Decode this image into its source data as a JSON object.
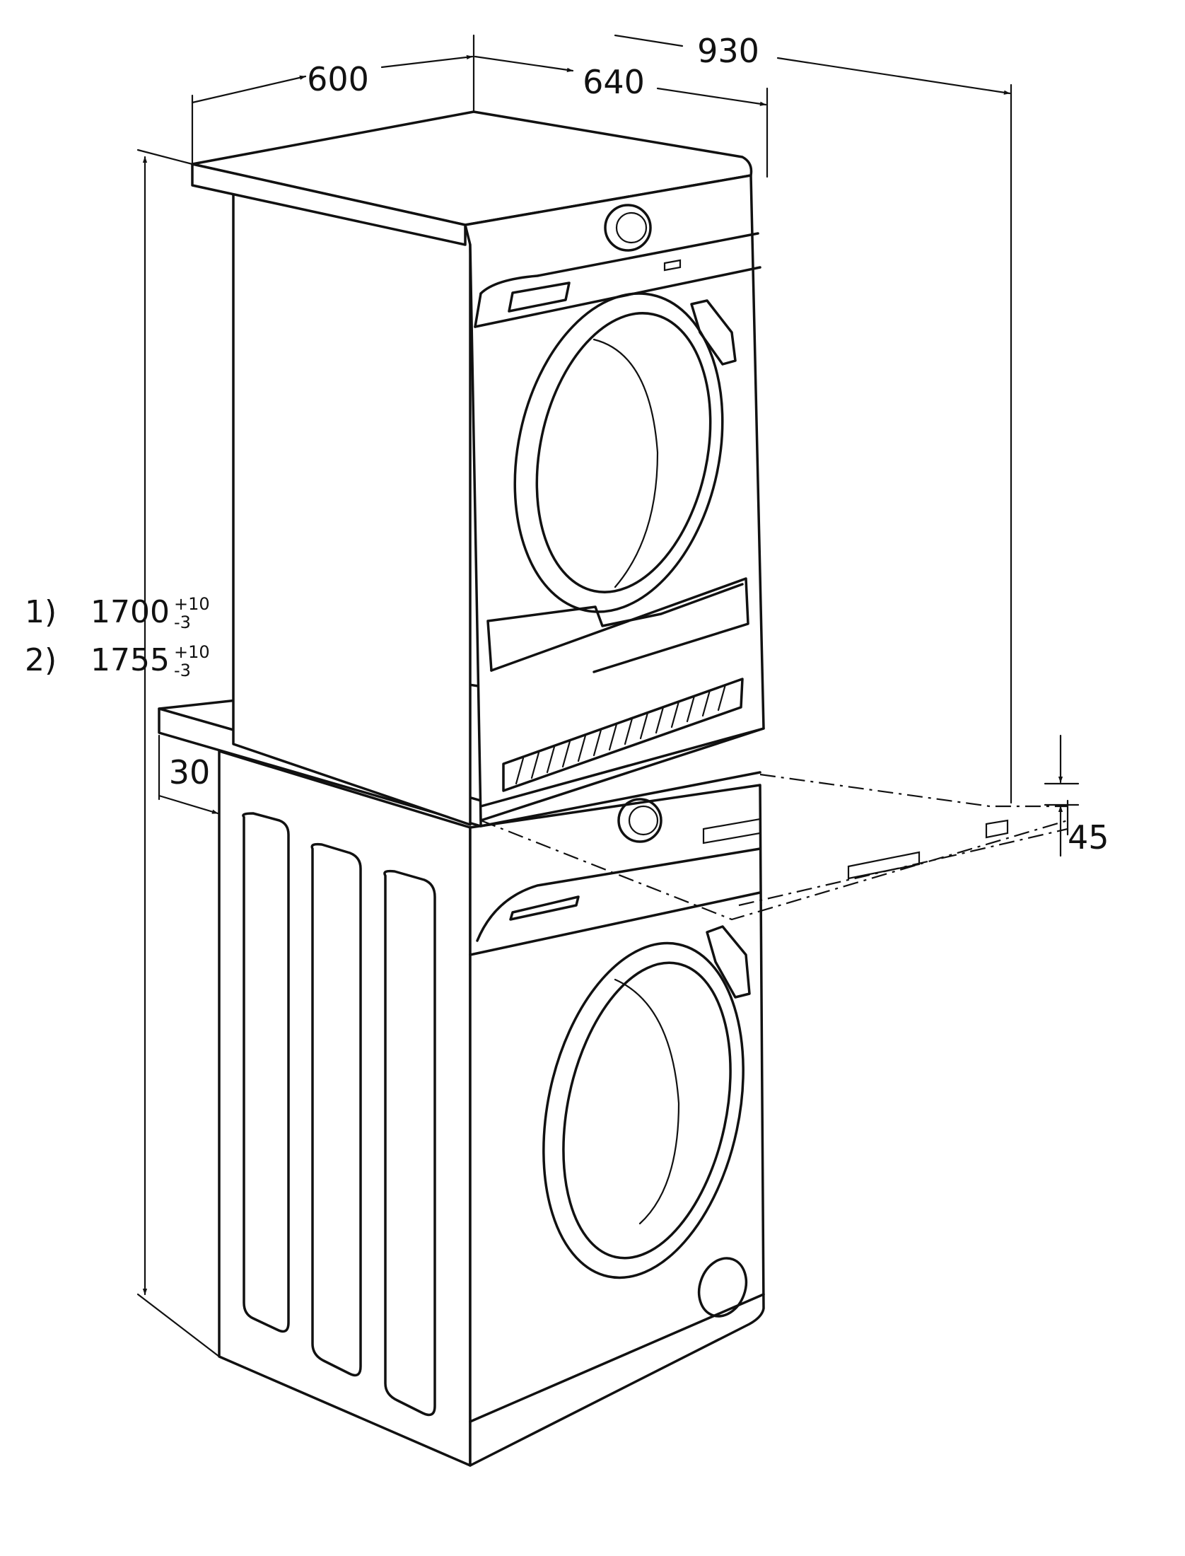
{
  "colors": {
    "line": "#111111",
    "background": "#ffffff"
  },
  "dimensions": {
    "width": "600",
    "depth": "640",
    "depth_door_open": "930",
    "offset_left": "30",
    "pull_out_height": "45"
  },
  "height_notes": [
    {
      "marker": "1)",
      "value": "1700",
      "tol_plus": "+10",
      "tol_minus": "-3"
    },
    {
      "marker": "2)",
      "value": "1755",
      "tol_plus": "+10",
      "tol_minus": "-3"
    }
  ],
  "icons": [
    "dryer-icon",
    "washing-machine-icon",
    "stacking-kit-icon"
  ]
}
